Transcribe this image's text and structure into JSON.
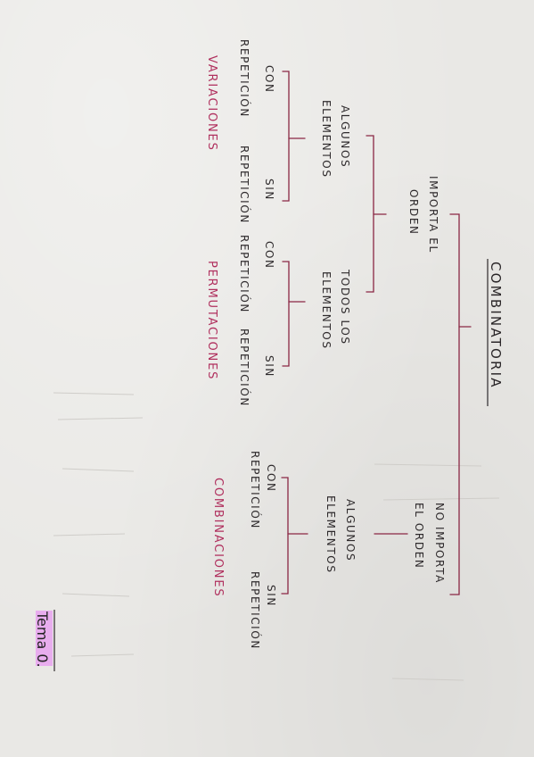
{
  "diagram": {
    "title": "COMBINATORIA",
    "importa": [
      "IMPORTA EL",
      "ORDEN"
    ],
    "no_importa": [
      "NO IMPORTA",
      "EL ORDEN"
    ],
    "algunos_1": [
      "ALGUNOS",
      "ELEMENTOS"
    ],
    "todos": [
      "TODOS LOS",
      "ELEMENTOS"
    ],
    "algunos_2": [
      "ALGUNOS",
      "ELEMENTOS"
    ],
    "v_con": [
      "CON",
      "REPETICIÓN"
    ],
    "v_sin": [
      "SIN",
      "REPETICIÓN"
    ],
    "p_con": [
      "CON",
      "REPETICIÓN"
    ],
    "p_sin": [
      "SIN",
      "REPETICIÓN"
    ],
    "c_con": [
      "CON",
      "REPETICIÓN"
    ],
    "c_sin": [
      "SIN",
      "REPETICIÓN"
    ],
    "variaciones": "VARIACIONES",
    "permutaciones": "PERMUTACIONES",
    "combinaciones": "COMBINACIONES"
  },
  "tag": {
    "text": "Tema 0."
  },
  "colors": {
    "ink": "#2e2a2c",
    "line": "#8a2744",
    "pink": "#b0305e",
    "highlighter": "#e8a6ee",
    "paper": "#e9e8e5"
  }
}
